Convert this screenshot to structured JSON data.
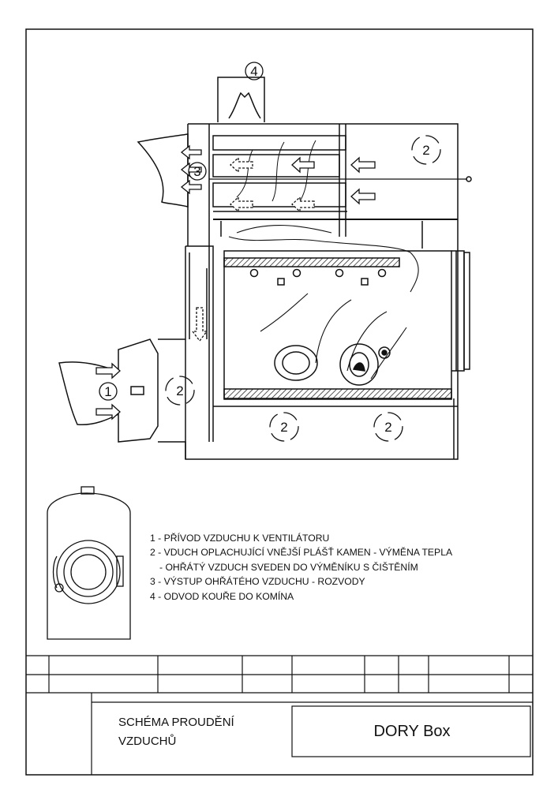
{
  "diagram": {
    "callouts": {
      "c1": "1",
      "c2a": "2",
      "c2b": "2",
      "c2c": "2",
      "c2d": "2",
      "c3": "3",
      "c4": "4"
    }
  },
  "legend": {
    "line1": "1 - PŘÍVOD VZDUCHU K VENTILÁTORU",
    "line2": "2 - VDUCH OPLACHUJÍCÍ VNĚJŠÍ PLÁŠŤ KAMEN - VÝMĚNA TEPLA",
    "line3": "- OHŘÁTÝ VZDUCH SVEDEN DO VÝMĚNÍKU S ČIŠTĚNÍM",
    "line4": "3 - VÝSTUP OHŘÁTÉHO VZDUCHU - ROZVODY",
    "line5": "4 - ODVOD KOUŘE DO KOMÍNA"
  },
  "title_block": {
    "drawing_title_line1": "SCHÉMA PROUDĚNÍ",
    "drawing_title_line2": "VZDUCHŮ",
    "product_name": "DORY Box"
  }
}
